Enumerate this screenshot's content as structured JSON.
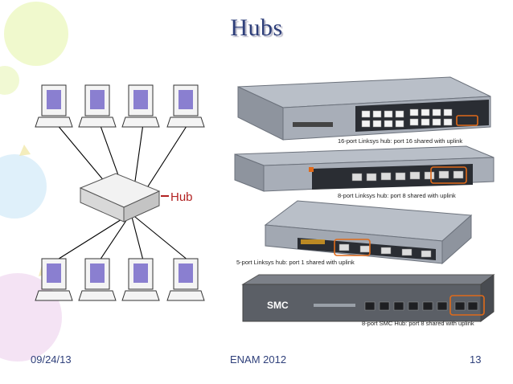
{
  "slide": {
    "title": "Hubs",
    "diagram": {
      "hub_label": "Hub"
    },
    "hubs": [
      {
        "caption": "16-port Linksys hub: port 16 shared with uplink",
        "ports": 16
      },
      {
        "caption": "8-port Linksys hub: port 8 shared with uplink",
        "ports": 8
      },
      {
        "caption": "5-port Linksys hub: port 1 shared with uplink",
        "ports": 5
      },
      {
        "caption": "8-port SMC Hub: port 8 shared with uplink",
        "ports": 8,
        "brand": "SMC"
      }
    ],
    "footer": {
      "date": "09/24/13",
      "center": "ENAM 2012",
      "page": "13"
    }
  },
  "colors": {
    "title": "#2e3f7a",
    "highlight": "#e06a1a",
    "monitor_screen": "#8a7fd0"
  }
}
